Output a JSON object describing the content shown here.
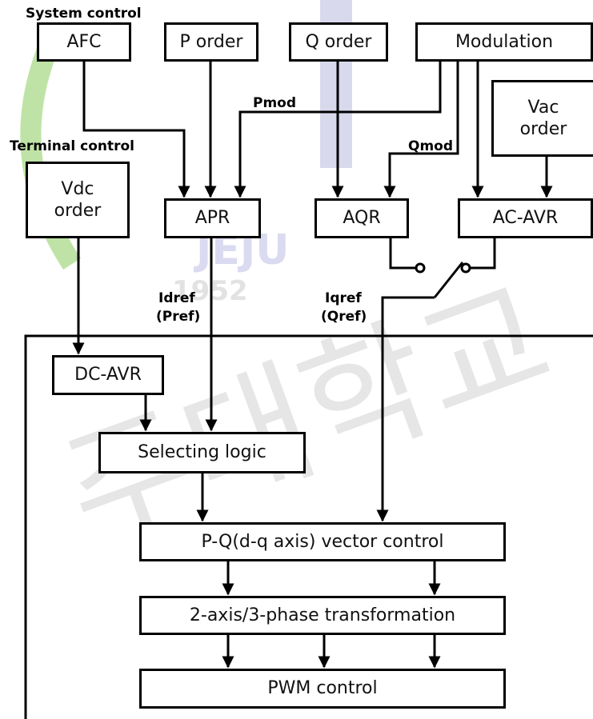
{
  "section_labels": {
    "system_control": "System control",
    "terminal_control": "Terminal control"
  },
  "orders": {
    "afc": "AFC",
    "p_order": "P order",
    "q_order": "Q order",
    "modulation": "Modulation",
    "vac_order": "Vac\norder",
    "vdc_order": "Vdc\norder"
  },
  "regulators": {
    "apr": "APR",
    "aqr": "AQR",
    "ac_avr": "AC-AVR",
    "dc_avr": "DC-AVR"
  },
  "signals": {
    "pmod": "Pmod",
    "qmod": "Qmod",
    "idref": "Idref",
    "pref": "(Pref)",
    "iqref": "Iqref",
    "qref": "(Qref)"
  },
  "converter": {
    "selecting_logic": "Selecting logic",
    "vector_control": "P-Q(d-q axis) vector control",
    "transformation": "2-axis/3-phase transformation",
    "pwm_control": "PWM control"
  },
  "watermark": {
    "text": "JEJU",
    "year": "1952",
    "colors": {
      "blue": "#c9c9e6",
      "green": "#bfe3a6",
      "gray": "#dcdcdc"
    }
  }
}
